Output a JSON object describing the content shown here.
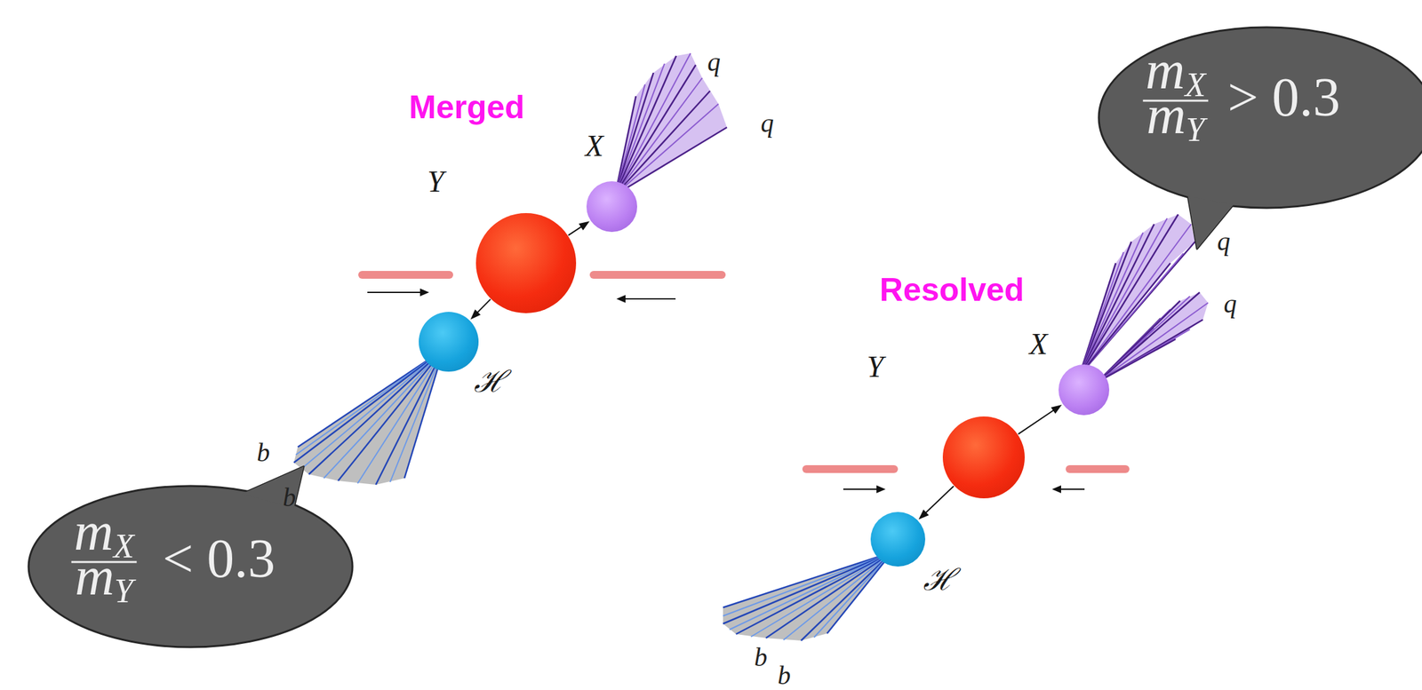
{
  "diagram": {
    "nodes": [
      {
        "text": [
          "Y"
        ]
      },
      {
        "text": [
          "X"
        ]
      },
      {
        "text": [
          "ℋ"
        ]
      },
      {
        "text": [
          "Y"
        ]
      },
      {
        "text": [
          "X"
        ]
      },
      {
        "text": [
          "ℋ"
        ]
      },
      {
        "text": [
          "m",
          "X",
          "m",
          "Y",
          "> 0.3"
        ]
      },
      {
        "text": [
          "m",
          "X",
          "m",
          "Y",
          "< 0.3"
        ]
      }
    ],
    "edges": [
      {
        "from": 0,
        "to": 1,
        "arrow": "to"
      },
      {
        "from": 0,
        "to": 2,
        "arrow": "to"
      },
      {
        "from": 3,
        "to": 4,
        "arrow": "to"
      },
      {
        "from": 3,
        "to": 5,
        "arrow": "to"
      }
    ],
    "labels": [
      "Merged",
      "q",
      "q",
      "Resolved",
      "q",
      "q",
      "b",
      "b",
      "b",
      "b"
    ]
  }
}
